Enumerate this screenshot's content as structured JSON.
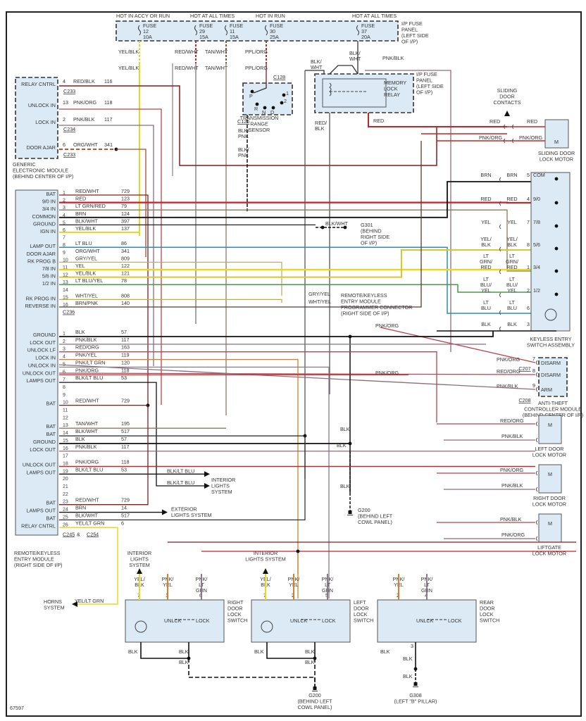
{
  "diagram": {
    "id_label": "67597",
    "fuse_panel": {
      "label": [
        "I/P FUSE",
        "PANEL",
        "(LEFT SIDE",
        "OF I/P)"
      ],
      "headers": [
        "HOT IN ACCY OR RUN",
        "HOT AT ALL TIMES",
        "HOT IN RUN",
        "HOT AT ALL TIMES"
      ],
      "fuses": [
        {
          "name": "FUSE",
          "number": "12",
          "rating": "10A",
          "wire": "YEL/BLK"
        },
        {
          "name": "FUSE",
          "number": "29",
          "rating": "15A",
          "wire": "RED/WHT"
        },
        {
          "name": "FUSE",
          "number": "11",
          "rating": "15A",
          "wire": "TAN/WHT"
        },
        {
          "name": "FUSE",
          "number": "30",
          "rating": "25A",
          "wire": "PPL/ORG"
        },
        {
          "name": "FUSE",
          "number": "37",
          "rating": "20A",
          "wire": "BLK/WHT"
        }
      ]
    },
    "gem": {
      "label": [
        "GENERIC",
        "ELECTRONIC MODULE",
        "(BEHIND CENTER OF I/P)"
      ],
      "pins": [
        {
          "name": "RELAY CNTRL",
          "pin": "4",
          "wire": "RED/BLK",
          "circuit": "116",
          "connector": "C233",
          "color": "#8b1a1a"
        },
        {
          "name": "UNLOCK IN",
          "pin": "13",
          "wire": "PNK/ORG",
          "circuit": "118",
          "connector": "",
          "color": "#b8454f"
        },
        {
          "name": "LOCK IN",
          "pin": "2",
          "wire": "PNK/BLK",
          "circuit": "117",
          "connector": "C234",
          "color": "#8e6c78"
        },
        {
          "name": "DOOR AJAR",
          "pin": "6",
          "wire": "ORG/WHT",
          "circuit": "341",
          "connector": "C233",
          "color": "#c8502a"
        }
      ]
    },
    "trs": {
      "connector_top": "C128",
      "connector_bottom": "C126",
      "label": [
        "TRANSMISSION",
        "RANGE",
        "SENSOR"
      ],
      "positions": [
        "P",
        "R",
        "N",
        "D",
        "2",
        "1"
      ],
      "wire_out": "BLK/PNK"
    },
    "relay": {
      "label": [
        "MEMORY",
        "LOCK",
        "RELAY"
      ],
      "panel_label": [
        "I/P FUSE",
        "PANEL",
        "(LEFT SIDE",
        "OF I/P)"
      ],
      "wires": {
        "in_left": "BLK/WHT",
        "in_mid": "BLK/WHT",
        "in_right": "PNK/BLK",
        "out_left": "RED/BLK",
        "out_right": "RED"
      }
    },
    "sliding_door": {
      "contacts_label": [
        "SLIDING",
        "DOOR",
        "CONTACTS"
      ],
      "motor_label": [
        "SLIDING DOOR",
        "LOCK MOTOR"
      ],
      "wires": [
        "RED",
        "PNK/ORG"
      ]
    },
    "rke": {
      "label": [
        "REMOTE/KEYLESS",
        "ENTRY MODULE",
        "(RIGHT SIDE OF I/P)"
      ],
      "connector_a": "C236",
      "connector_b": "C245",
      "connector_b_join": "&",
      "connector_c": "C254",
      "pins_a": [
        {
          "name": "BAT",
          "pin": "1",
          "wire": "RED/WHT",
          "circuit": "729"
        },
        {
          "name": "9/0 IN",
          "pin": "2",
          "wire": "RED",
          "circuit": "123"
        },
        {
          "name": "3/4 IN",
          "pin": "3",
          "wire": "LT GRN/RED",
          "circuit": "79"
        },
        {
          "name": "COMMON",
          "pin": "4",
          "wire": "BRN",
          "circuit": "124"
        },
        {
          "name": "GROUND",
          "pin": "5",
          "wire": "BLK/WHT",
          "circuit": "397"
        },
        {
          "name": "IGN IN",
          "pin": "6",
          "wire": "YEL/BLK",
          "circuit": "137"
        },
        {
          "name": "",
          "pin": "7",
          "wire": "",
          "circuit": ""
        },
        {
          "name": "LAMP OUT",
          "pin": "8",
          "wire": "LT BLU",
          "circuit": "86"
        },
        {
          "name": "DOOR AJAR",
          "pin": "9",
          "wire": "ORG/WHT",
          "circuit": "341"
        },
        {
          "name": "RK PROG B",
          "pin": "10",
          "wire": "GRY/YEL",
          "circuit": "809"
        },
        {
          "name": "7/8 IN",
          "pin": "11",
          "wire": "YEL",
          "circuit": "122"
        },
        {
          "name": "5/6 IN",
          "pin": "12",
          "wire": "YEL/BLK",
          "circuit": "121"
        },
        {
          "name": "1/2 IN",
          "pin": "13",
          "wire": "LT BLU/YEL",
          "circuit": "78"
        },
        {
          "name": "",
          "pin": "14",
          "wire": "",
          "circuit": ""
        },
        {
          "name": "RK PROG IN",
          "pin": "15",
          "wire": "WHT/YEL",
          "circuit": "808"
        },
        {
          "name": "REVERSE IN",
          "pin": "16",
          "wire": "BRN/PNK",
          "circuit": "140"
        }
      ],
      "pins_b": [
        {
          "name": "GROUND",
          "pin": "1",
          "wire": "BLK",
          "circuit": "57"
        },
        {
          "name": "LOCK OUT",
          "pin": "2",
          "wire": "PNK/BLK",
          "circuit": "117"
        },
        {
          "name": "UNLOCK LF",
          "pin": "3",
          "wire": "RED/ORG",
          "circuit": "163"
        },
        {
          "name": "LOCK IN",
          "pin": "4",
          "wire": "PNK/YEL",
          "circuit": "119"
        },
        {
          "name": "UNLOCK IN",
          "pin": "5",
          "wire": "PNK/LT GRN",
          "circuit": "120"
        },
        {
          "name": "UNLOCK OUT",
          "pin": "6",
          "wire": "PNK/ORG",
          "circuit": "118"
        },
        {
          "name": "LAMPS OUT",
          "pin": "7",
          "wire": "BLK/LT BLU",
          "circuit": "53"
        },
        {
          "name": "",
          "pin": "8",
          "wire": "",
          "circuit": ""
        },
        {
          "name": "",
          "pin": "9",
          "wire": "",
          "circuit": ""
        },
        {
          "name": "BAT",
          "pin": "10",
          "wire": "RED/WHT",
          "circuit": "729"
        },
        {
          "name": "",
          "pin": "11",
          "wire": "",
          "circuit": ""
        },
        {
          "name": "",
          "pin": "12",
          "wire": "",
          "circuit": ""
        },
        {
          "name": "BAT",
          "pin": "13",
          "wire": "TAN/WHT",
          "circuit": "195"
        },
        {
          "name": "BAT",
          "pin": "14",
          "wire": "BLK/WHT",
          "circuit": "517"
        },
        {
          "name": "GROUND",
          "pin": "15",
          "wire": "BLK",
          "circuit": "57"
        },
        {
          "name": "LOCK OUT",
          "pin": "16",
          "wire": "PNK/BLK",
          "circuit": "117"
        },
        {
          "name": "",
          "pin": "17",
          "wire": "",
          "circuit": ""
        },
        {
          "name": "UNLOCK OUT",
          "pin": "18",
          "wire": "PNK/ORG",
          "circuit": "118"
        },
        {
          "name": "LAMPS OUT",
          "pin": "19",
          "wire": "BLK/LT BLU",
          "circuit": "53"
        },
        {
          "name": "",
          "pin": "20",
          "wire": "",
          "circuit": ""
        },
        {
          "name": "",
          "pin": "21",
          "wire": "",
          "circuit": ""
        },
        {
          "name": "",
          "pin": "22",
          "wire": "",
          "circuit": ""
        },
        {
          "name": "BAT",
          "pin": "23",
          "wire": "RED/WHT",
          "circuit": "729"
        },
        {
          "name": "LAMPS OUT",
          "pin": "24",
          "wire": "BRN",
          "circuit": "14"
        },
        {
          "name": "BAT",
          "pin": "25",
          "wire": "BLK/WHT",
          "circuit": "517"
        },
        {
          "name": "RELAY CNTRL",
          "pin": "26",
          "wire": "YEL/LT GRN",
          "circuit": "6"
        }
      ]
    },
    "g301": {
      "wire": "BLK/WHT",
      "label": [
        "G301",
        "(BEHIND",
        "RIGHT SIDE",
        "OF I/P)"
      ]
    },
    "programmer": {
      "wires": [
        "GRY/YEL",
        "WHT/YEL"
      ],
      "label": [
        "REMOTE/KEYLESS",
        "ENTRY MODULE",
        "PROGRAMMER CONNECTOR",
        "(RIGHT SIDE OF I/P)"
      ]
    },
    "keyless_switch": {
      "label": [
        "KEYLESS ENTRY",
        "SWITCH ASSEMBLY"
      ],
      "pins": [
        {
          "pin": "5",
          "name": "COM",
          "wire_l": "BRN",
          "wire_r": "BRN"
        },
        {
          "pin": "4",
          "name": "9/0",
          "wire_l": "RED",
          "wire_r": "RED"
        },
        {
          "pin": "7",
          "name": "7/8",
          "wire_l": "YEL",
          "wire_r": "YEL"
        },
        {
          "pin": "8",
          "name": "5/6",
          "wire_l": "YEL/ BLK",
          "wire_r": "YEL/ BLK"
        },
        {
          "pin": "1",
          "name": "3/4",
          "wire_l": "LT GRN/ RED",
          "wire_r": "LT GRN/ RED"
        },
        {
          "pin": "2",
          "name": "1/2",
          "wire_l": "LT BLU/ YEL",
          "wire_r": "LT BLU/ YEL"
        },
        {
          "pin": "6",
          "name": "",
          "wire_l": "LT BLU",
          "wire_r": "LT BLU"
        },
        {
          "pin": "3",
          "name": "",
          "wire_l": "BLK",
          "wire_r": "BLK"
        }
      ]
    },
    "anti_theft": {
      "label": [
        "ANTI-THEFT",
        "CONTROLLER MODULE",
        "(BEHIND CENTER OF I/P)"
      ],
      "connector_a": "C207",
      "connector_b": "C208",
      "pins": [
        {
          "pin": "7",
          "name": "DISARM",
          "wire": "PNK/ORG"
        },
        {
          "pin": "8",
          "name": "DISARM",
          "wire": "RED/ORG"
        },
        {
          "pin": "9",
          "name": "ARM",
          "wire": "PNK/BLK"
        }
      ]
    },
    "motors": [
      {
        "label": [
          "LEFT DOOR",
          "LOCK MOTOR"
        ],
        "wires": [
          "RED/ORG",
          "PNK/BLK"
        ]
      },
      {
        "label": [
          "RIGHT DOOR",
          "LOCK MOTOR"
        ],
        "wires": [
          "PNK/ORG",
          "PNK/BLK"
        ]
      },
      {
        "label": [
          "LIFTGATE",
          "LOCK MOTOR"
        ],
        "wires": [
          "PNK/BLK",
          "PNK/ORG"
        ]
      }
    ],
    "mid_labels": {
      "pnk_org": "PNK/ORG",
      "blk": "BLK",
      "blk_lt_blu": "BLK/LT BLU",
      "interior_lights": [
        "INTERIOR",
        "LIGHTS",
        "SYSTEM"
      ],
      "exterior_lights": [
        "EXTERIOR",
        "LIGHTS SYSTEM"
      ],
      "horns": [
        "HORNS",
        "SYSTEM"
      ],
      "horns_wire": "YEL/LT GRN"
    },
    "g200": {
      "label": [
        "G200",
        "(BEHIND LEFT",
        "COWL PANEL)"
      ],
      "wire": "BLK"
    },
    "g308": {
      "label": [
        "G308",
        "(LEFT \"B\" PILLAR)"
      ],
      "wire": "BLK"
    },
    "door_switches": [
      {
        "label": [
          "RIGHT",
          "DOOR",
          "LOCK",
          "SWITCH"
        ],
        "lights": [
          "INTERIOR",
          "LIGHTS",
          "SYSTEM"
        ],
        "pins": [
          {
            "pin": "7",
            "wire": "YEL/ BLK"
          },
          {
            "pin": "1",
            "wire": "PNK/ YEL"
          },
          {
            "pin": "6",
            "wire": "PNK/ LT GRN"
          }
        ],
        "unlock": "UNLCK",
        "lock": "LOCK",
        "ground": "BLK"
      },
      {
        "label": [
          "LEFT",
          "DOOR",
          "LOCK",
          "SWITCH"
        ],
        "lights": [
          "INTERIOR",
          "LIGHTS SYSTEM"
        ],
        "pins": [
          {
            "pin": "7",
            "wire": "YEL/ BLK"
          },
          {
            "pin": "2",
            "wire": "PNK/ YEL"
          },
          {
            "pin": "5",
            "wire": "PNK/ LT GRN"
          }
        ],
        "unlock": "UNLCK",
        "lock": "LOCK",
        "ground": "BLK"
      },
      {
        "label": [
          "REAR",
          "DOOR",
          "LOCK",
          "SWITCH"
        ],
        "lights": [],
        "pins": [
          {
            "pin": "2",
            "wire": "PNK/ YEL"
          },
          {
            "pin": "4",
            "wire": "PNK/ LT GRN"
          },
          {
            "pin": "3",
            "wire": ""
          }
        ],
        "unlock": "UNLCK",
        "lock": "LOCK",
        "ground": "BLK"
      }
    ],
    "colors": {
      "red": "#c0262c",
      "dark_red": "#8b1a1a",
      "pink": "#b8454f",
      "yellow": "#e8d820",
      "blue": "#2a8fb0",
      "black": "#111111",
      "gray": "#8a8a8a",
      "orange": "#d4802a",
      "green": "#4a9a4a",
      "panel": "#dceaf5"
    }
  }
}
